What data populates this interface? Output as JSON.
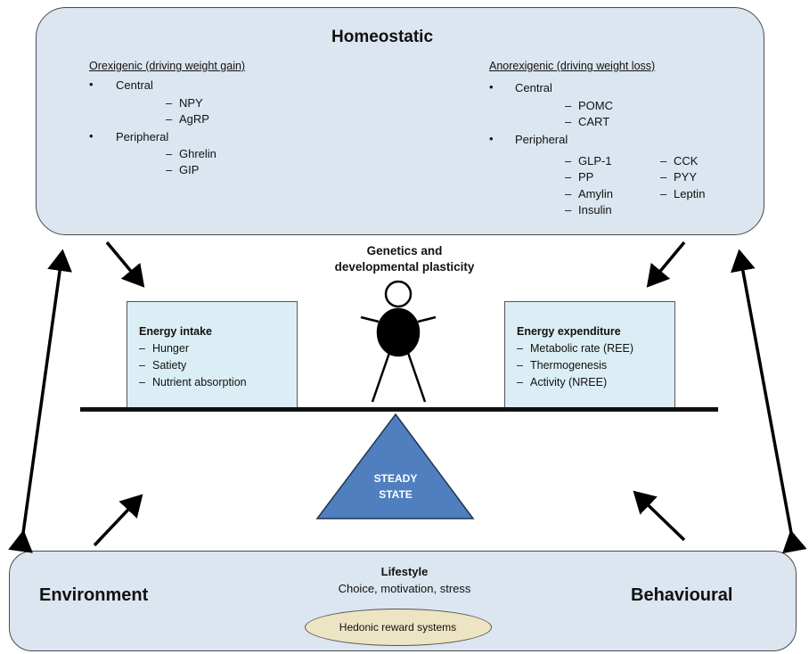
{
  "homeostatic": {
    "title": "Homeostatic",
    "orexigenic": {
      "heading": "Orexigenic (driving weight gain)",
      "central_label": "Central",
      "central_items": [
        "NPY",
        "AgRP"
      ],
      "peripheral_label": "Peripheral",
      "peripheral_items": [
        "Ghrelin",
        "GIP"
      ]
    },
    "anorexigenic": {
      "heading": "Anorexigenic (driving weight loss)",
      "central_label": "Central",
      "central_items": [
        "POMC",
        "CART"
      ],
      "peripheral_label": "Peripheral",
      "peripheral_items_col1": [
        "GLP-1",
        "PP",
        "Amylin",
        "Insulin"
      ],
      "peripheral_items_col2": [
        "CCK",
        "PYY",
        "Leptin"
      ]
    }
  },
  "genetics": {
    "line1": "Genetics and",
    "line2": "developmental plasticity"
  },
  "energy_intake": {
    "title": "Energy intake",
    "items": [
      "Hunger",
      "Satiety",
      "Nutrient absorption"
    ]
  },
  "energy_expenditure": {
    "title": "Energy expenditure",
    "items": [
      "Metabolic rate (REE)",
      "Thermogenesis",
      "Activity (NREE)"
    ]
  },
  "fulcrum": {
    "line1": "STEADY",
    "line2": "STATE"
  },
  "bottom": {
    "environment": "Environment",
    "behavioural": "Behavioural",
    "lifestyle_title": "Lifestyle",
    "lifestyle_sub": "Choice, motivation, stress",
    "hedonic": "Hedonic reward systems"
  },
  "colors": {
    "panel_fill": "#dce6f1",
    "box_fill": "#dceef5",
    "triangle_fill": "#4f7fbf",
    "ellipse_fill": "#ede4c4"
  },
  "symbols": {
    "bullet": "•",
    "dash": "–"
  }
}
